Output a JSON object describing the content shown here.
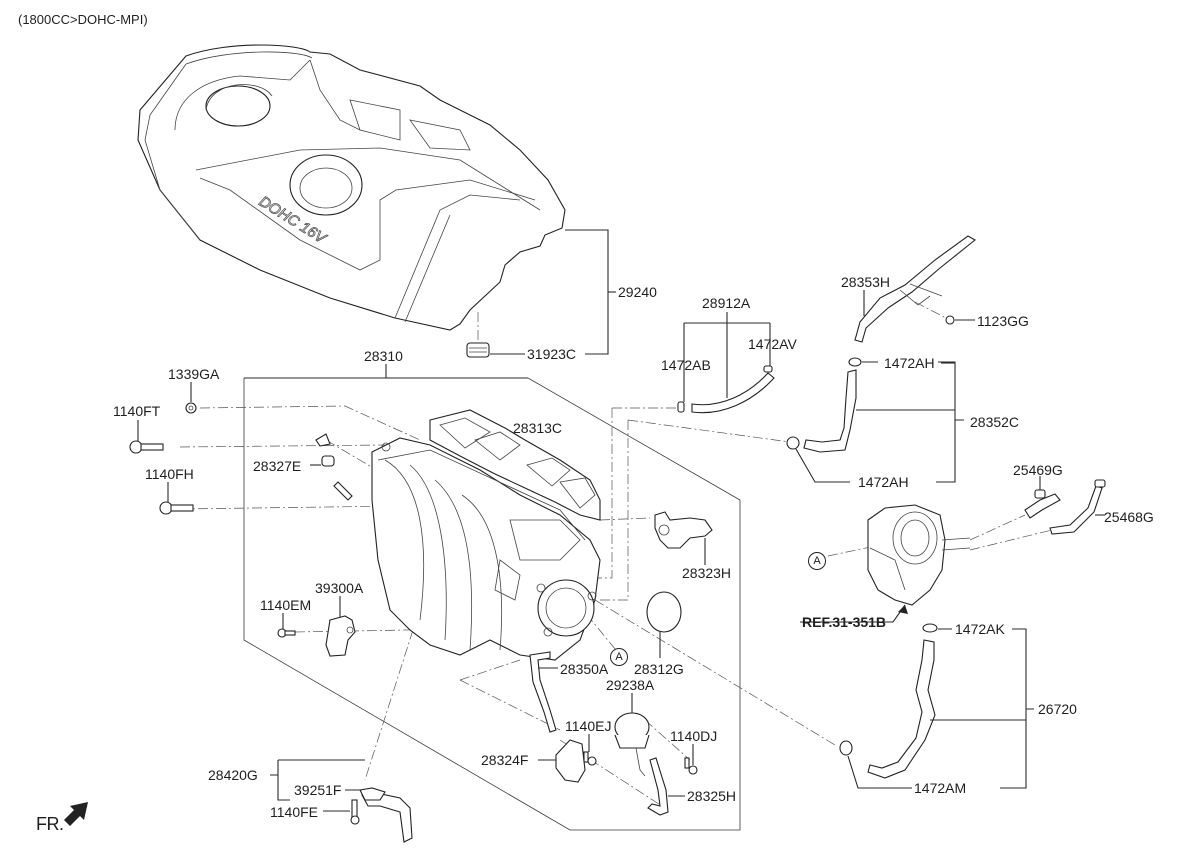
{
  "header": {
    "engine_spec": "(1800CC>DOHC-MPI)"
  },
  "cover": {
    "embossed_text": "DOHC 16V"
  },
  "reference": {
    "label": "REF.31-351B"
  },
  "orientation": {
    "label": "FR.",
    "icon": "front-arrow-icon"
  },
  "callouts": {
    "circle_a": "A"
  },
  "parts": {
    "p29240": "29240",
    "p31923C": "31923C",
    "p28310": "28310",
    "p1339GA": "1339GA",
    "p1140FT": "1140FT",
    "p28327E": "28327E",
    "p1140FH": "1140FH",
    "p28313C": "28313C",
    "p28912A": "28912A",
    "p1472AB": "1472AB",
    "p1472AV": "1472AV",
    "p28353H": "28353H",
    "p1123GG": "1123GG",
    "p1472AH_top": "1472AH",
    "p28352C": "28352C",
    "p1472AH_bottom": "1472AH",
    "p25469G": "25469G",
    "p25468G": "25468G",
    "p28323H": "28323H",
    "p39300A": "39300A",
    "p1140EM": "1140EM",
    "p28350A": "28350A",
    "p28312G": "28312G",
    "p29238A": "29238A",
    "p1140EJ": "1140EJ",
    "p1140DJ": "1140DJ",
    "p28324F": "28324F",
    "p28325H": "28325H",
    "p28420G": "28420G",
    "p39251F": "39251F",
    "p1140FE": "1140FE",
    "p1472AK": "1472AK",
    "p26720": "26720",
    "p1472AM": "1472AM"
  }
}
